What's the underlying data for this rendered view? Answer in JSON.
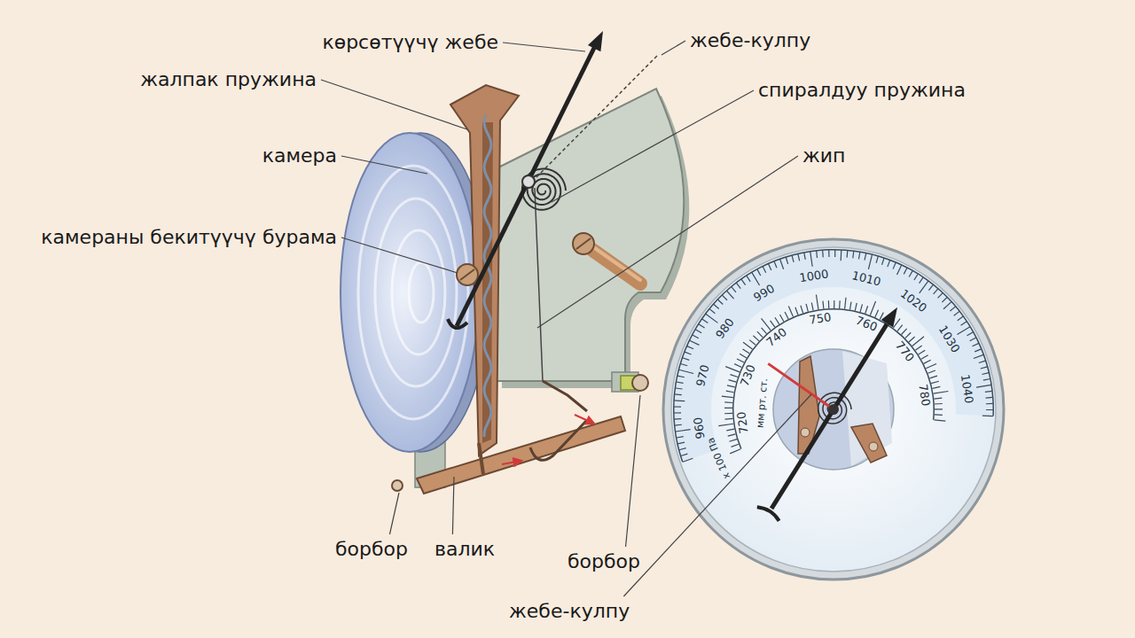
{
  "diagram": {
    "labels": [
      "көрсөтүүчү жебе",
      "жебе-кулпу",
      "жалпак пружина",
      "спиралдуу пружина",
      "камера",
      "жип",
      "камераны бекитүүчү бурама",
      "борбор",
      "валик",
      "борбор",
      "жебе-кулпу",
      "960",
      "970",
      "980",
      "990",
      "1000",
      "1010",
      "1020",
      "1030",
      "1040",
      "720",
      "730",
      "740",
      "750",
      "760",
      "770",
      "780",
      "мм рт. ст.",
      "x 100 Па"
    ]
  }
}
